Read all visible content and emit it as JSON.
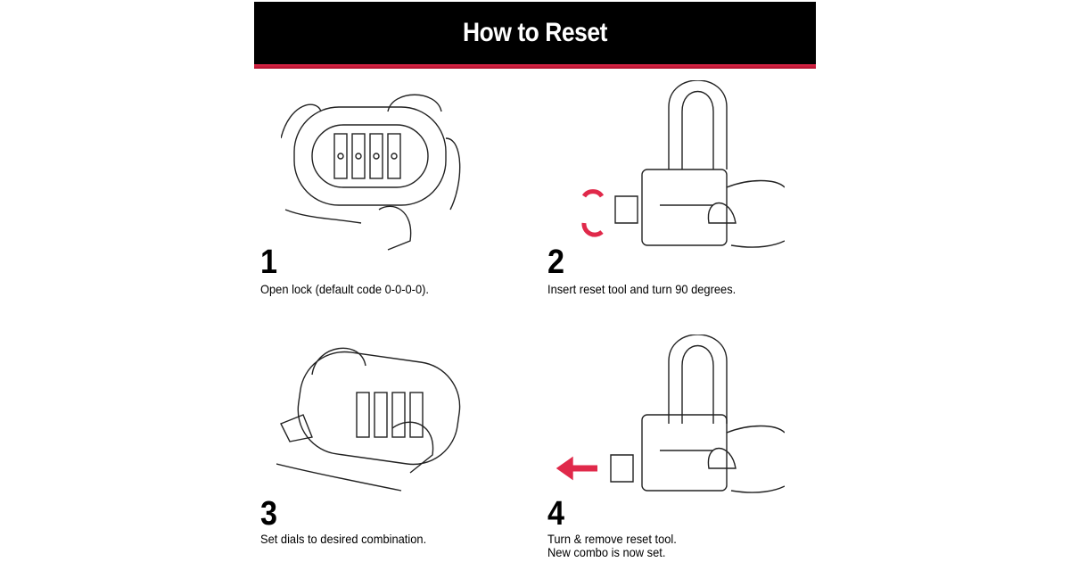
{
  "header": {
    "title": "How to Reset"
  },
  "steps": [
    {
      "number": "1",
      "caption": "Open lock (default code 0-0-0-0)."
    },
    {
      "number": "2",
      "caption": "Insert reset tool and turn 90 degrees."
    },
    {
      "number": "3",
      "caption": "Set dials to desired combination."
    },
    {
      "number": "4",
      "caption_line1": "Turn & remove reset tool.",
      "caption_line2": "New combo is now set."
    }
  ],
  "colors": {
    "header_bg": "#000000",
    "accent_red": "#e0294a"
  }
}
